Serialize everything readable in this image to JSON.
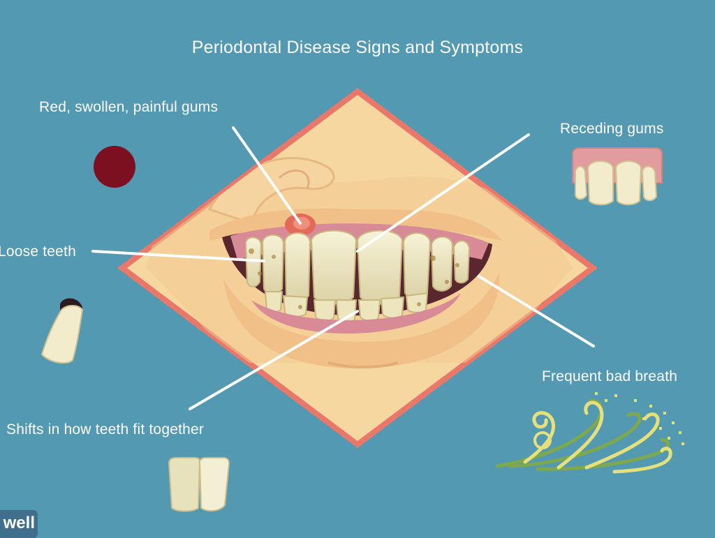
{
  "title": "Periodontal Disease Signs and Symptoms",
  "labels": {
    "red_gums": "Red, swollen, painful gums",
    "receding": "Receding gums",
    "loose": "Loose teeth",
    "breath": "Frequent bad breath",
    "shifts": "Shifts in how teeth fit together"
  },
  "brand_mark": "well",
  "colors": {
    "background": "#5499b2",
    "diamond_fill": "#f7d7a0",
    "diamond_border": "#e9786a",
    "gum": "#d98a97",
    "tooth": "#f1ecc8",
    "red_dot": "#7d1020",
    "leader_line": "#ffffff",
    "breath_swirl": "#e6e07a"
  }
}
